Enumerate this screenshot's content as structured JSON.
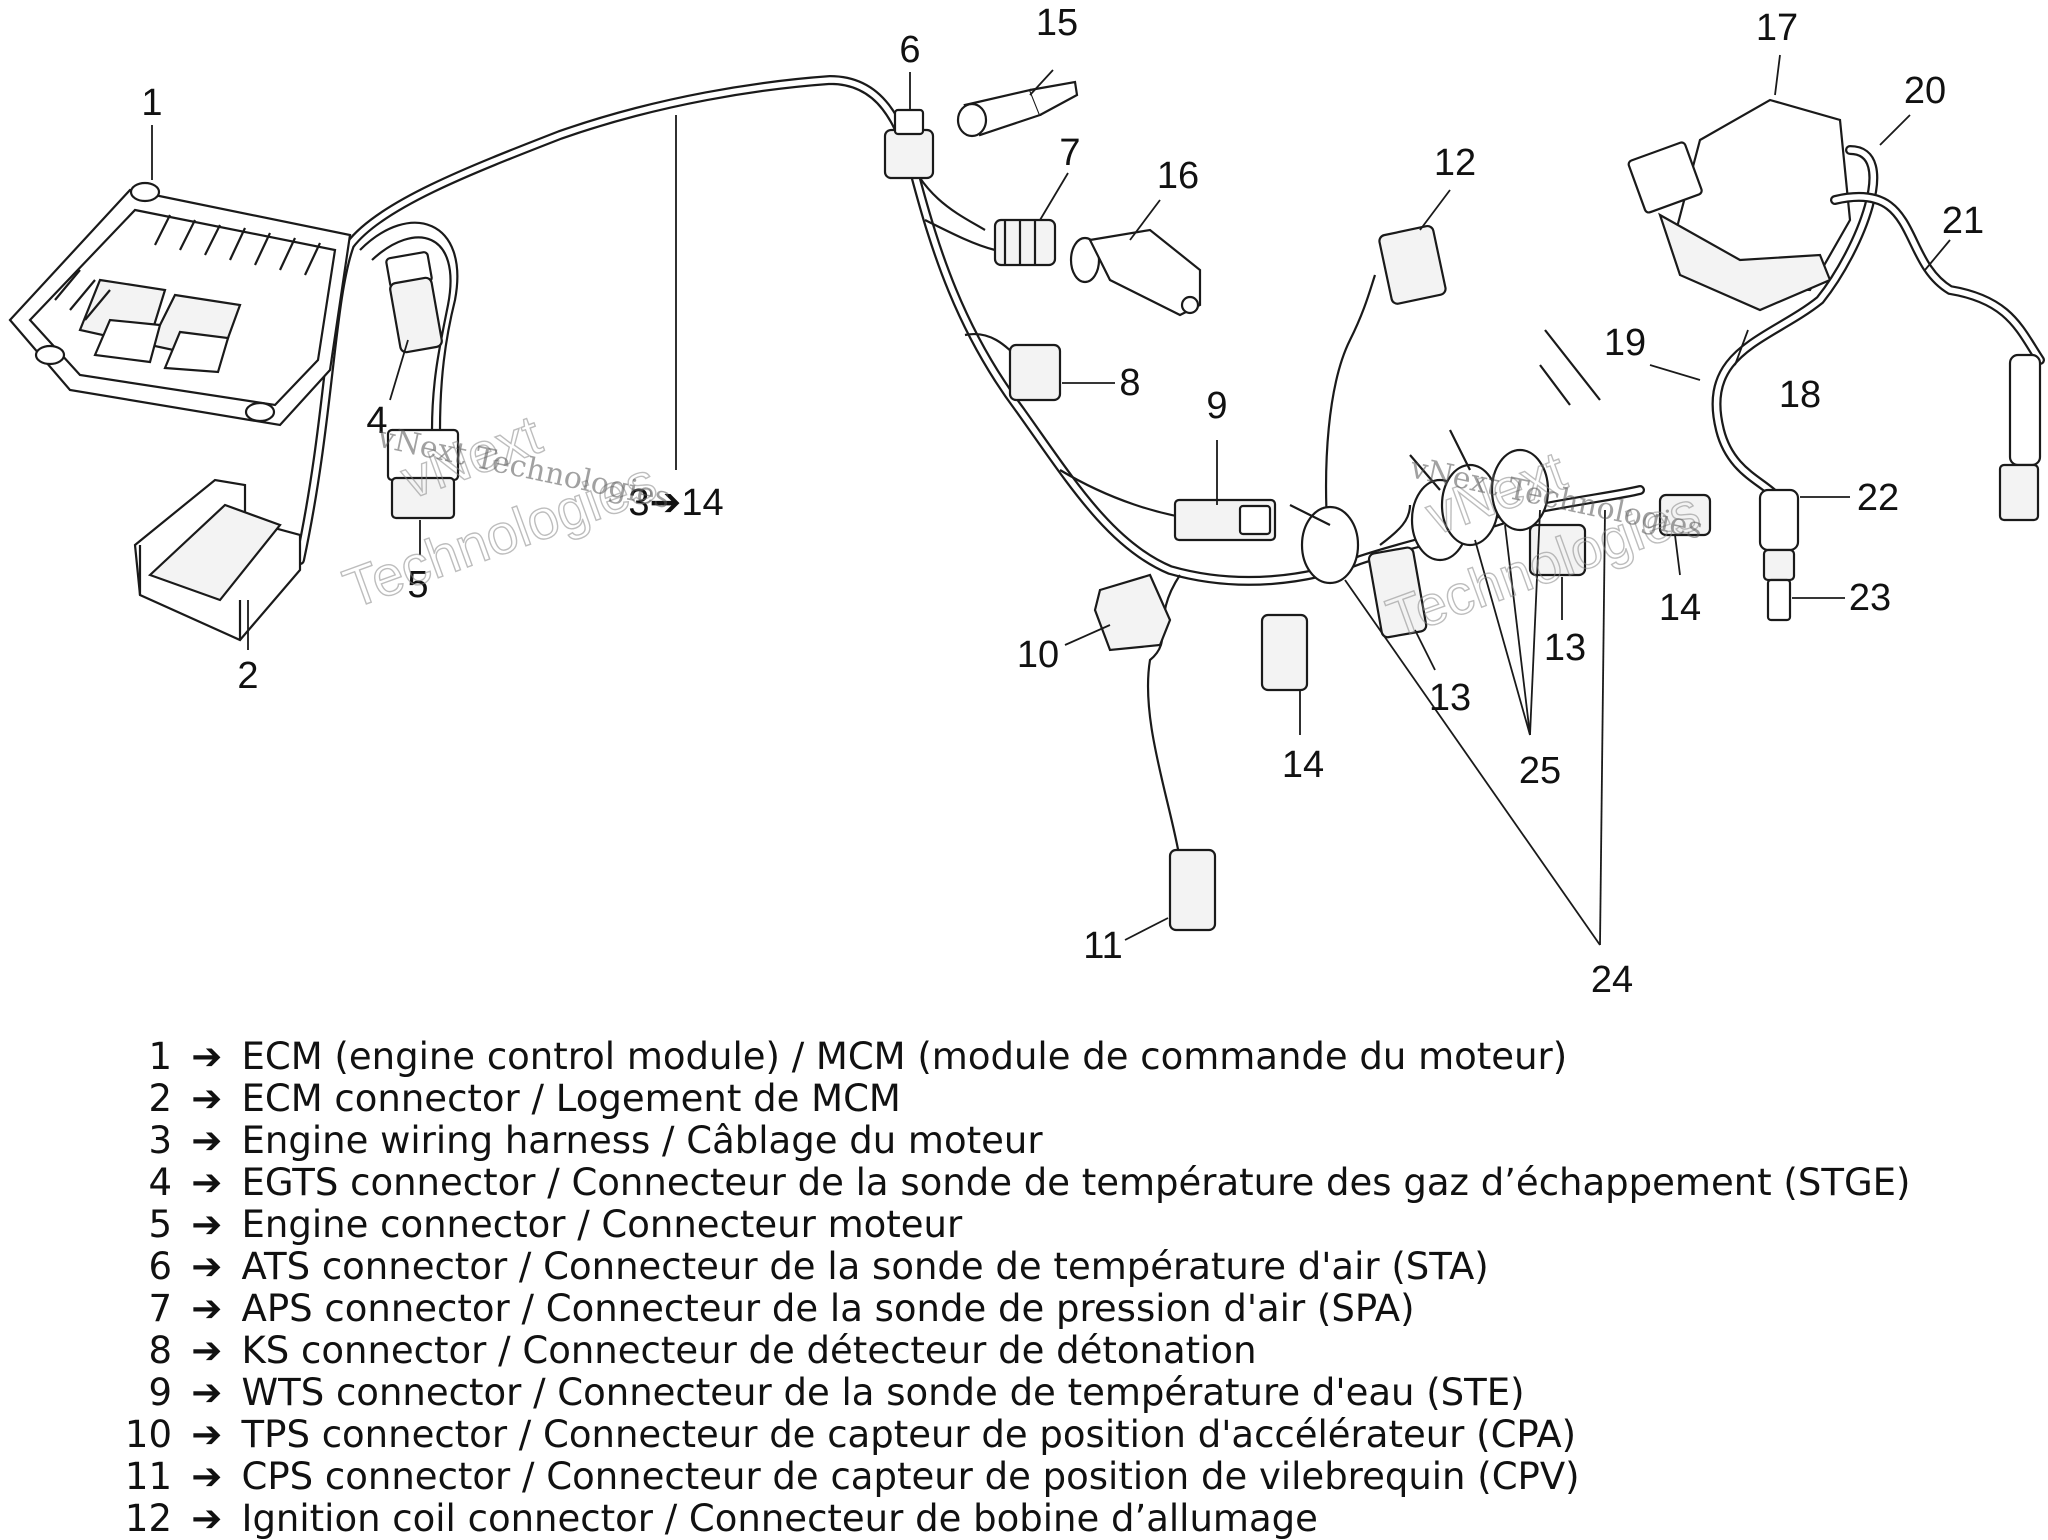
{
  "diagram": {
    "callouts": [
      "1",
      "2",
      "3➔14",
      "4",
      "5",
      "6",
      "7",
      "8",
      "9",
      "10",
      "11",
      "12",
      "13",
      "13",
      "14",
      "14",
      "14",
      "15",
      "16",
      "17",
      "18",
      "19",
      "20",
      "21",
      "22",
      "23",
      "24",
      "25"
    ],
    "watermark": [
      "vNext",
      "Technologies",
      "vNext Technologies"
    ]
  },
  "legend": {
    "arrow": "➔",
    "items": [
      {
        "num": "1",
        "text": "ECM (engine control module) / MCM (module de commande du moteur)"
      },
      {
        "num": "2",
        "text": "ECM connector / Logement de MCM"
      },
      {
        "num": "3",
        "text": "Engine wiring harness / Câblage du moteur"
      },
      {
        "num": "4",
        "text": "EGTS connector / Connecteur de la sonde de température des gaz d’échappement (STGE)"
      },
      {
        "num": "5",
        "text": "Engine connector / Connecteur moteur"
      },
      {
        "num": "6",
        "text": "ATS connector / Connecteur de la sonde de température d'air (STA)"
      },
      {
        "num": "7",
        "text": "APS connector / Connecteur de la sonde de pression d'air (SPA)"
      },
      {
        "num": "8",
        "text": "KS connector / Connecteur de détecteur de détonation"
      },
      {
        "num": "9",
        "text": "WTS connector / Connecteur de la sonde de température d'eau (STE)"
      },
      {
        "num": "10",
        "text": "TPS connector / Connecteur de capteur de position d'accélérateur (CPA)"
      },
      {
        "num": "11",
        "text": "CPS connector / Connecteur  de capteur de position de vilebrequin (CPV)"
      },
      {
        "num": "12",
        "text": "Ignition coil connector / Connecteur de bobine d’allumage"
      }
    ]
  }
}
